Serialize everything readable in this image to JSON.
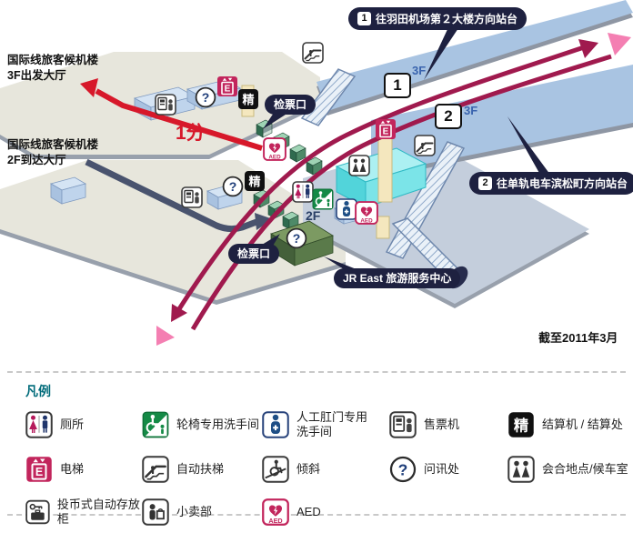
{
  "map": {
    "callouts": {
      "to_haneda": {
        "num": "1",
        "label": "往羽田机场第２大楼方向站台"
      },
      "to_hamamatsucho": {
        "num": "2",
        "label": "往单轨电车滨松町方向站台"
      },
      "gate_top": "检票口",
      "gate_bottom": "检票口",
      "jr_east": "JR East 旅游服务中心"
    },
    "labels": {
      "hall_3f_line1": "国际线旅客候机楼",
      "hall_3f_line2": "3F出发大厅",
      "hall_2f_line1": "国际线旅客候机楼",
      "hall_2f_line2": "2F到达大厅",
      "walk_time": "1分",
      "platform1_num": "1",
      "platform1_floor": "3F",
      "platform2_num": "2",
      "platform2_floor": "3F",
      "concourse_floor": "2F",
      "as_of": "截至2011年3月"
    }
  },
  "legend": {
    "title": "凡例",
    "items": [
      {
        "icon": "toilet",
        "label": "厕所"
      },
      {
        "icon": "wheelchair-toilet",
        "label": "轮椅专用洗手间"
      },
      {
        "icon": "ostomy",
        "label": "人工肛门专用\n洗手间"
      },
      {
        "icon": "ticket-machine",
        "label": "售票机"
      },
      {
        "icon": "checkout",
        "label": "结算机 / 结算处"
      },
      {
        "icon": "elevator",
        "label": "电梯"
      },
      {
        "icon": "escalator",
        "label": "自动扶梯"
      },
      {
        "icon": "slope",
        "label": "倾斜"
      },
      {
        "icon": "question",
        "label": "问讯处"
      },
      {
        "icon": "meeting",
        "label": "会合地点/候车室"
      },
      {
        "icon": "locker",
        "label": "投币式自动存放柜"
      },
      {
        "icon": "kiosk",
        "label": "小卖部"
      },
      {
        "icon": "aed",
        "label": "AED"
      }
    ]
  },
  "icon_glyphs": {
    "checkout": "精",
    "elevator": "E",
    "question": "?",
    "aed": "AED"
  },
  "colors": {
    "track_crimson": "#A01A4E",
    "arrow_pink": "#F47FB2",
    "walk_red": "#D7182A",
    "callout_navy": "#1E2140",
    "legend_title_teal": "#006B7A",
    "elevator_pink": "#C2255C",
    "accessible_green": "#148A46",
    "platform_blue": "#A9C4E2"
  }
}
